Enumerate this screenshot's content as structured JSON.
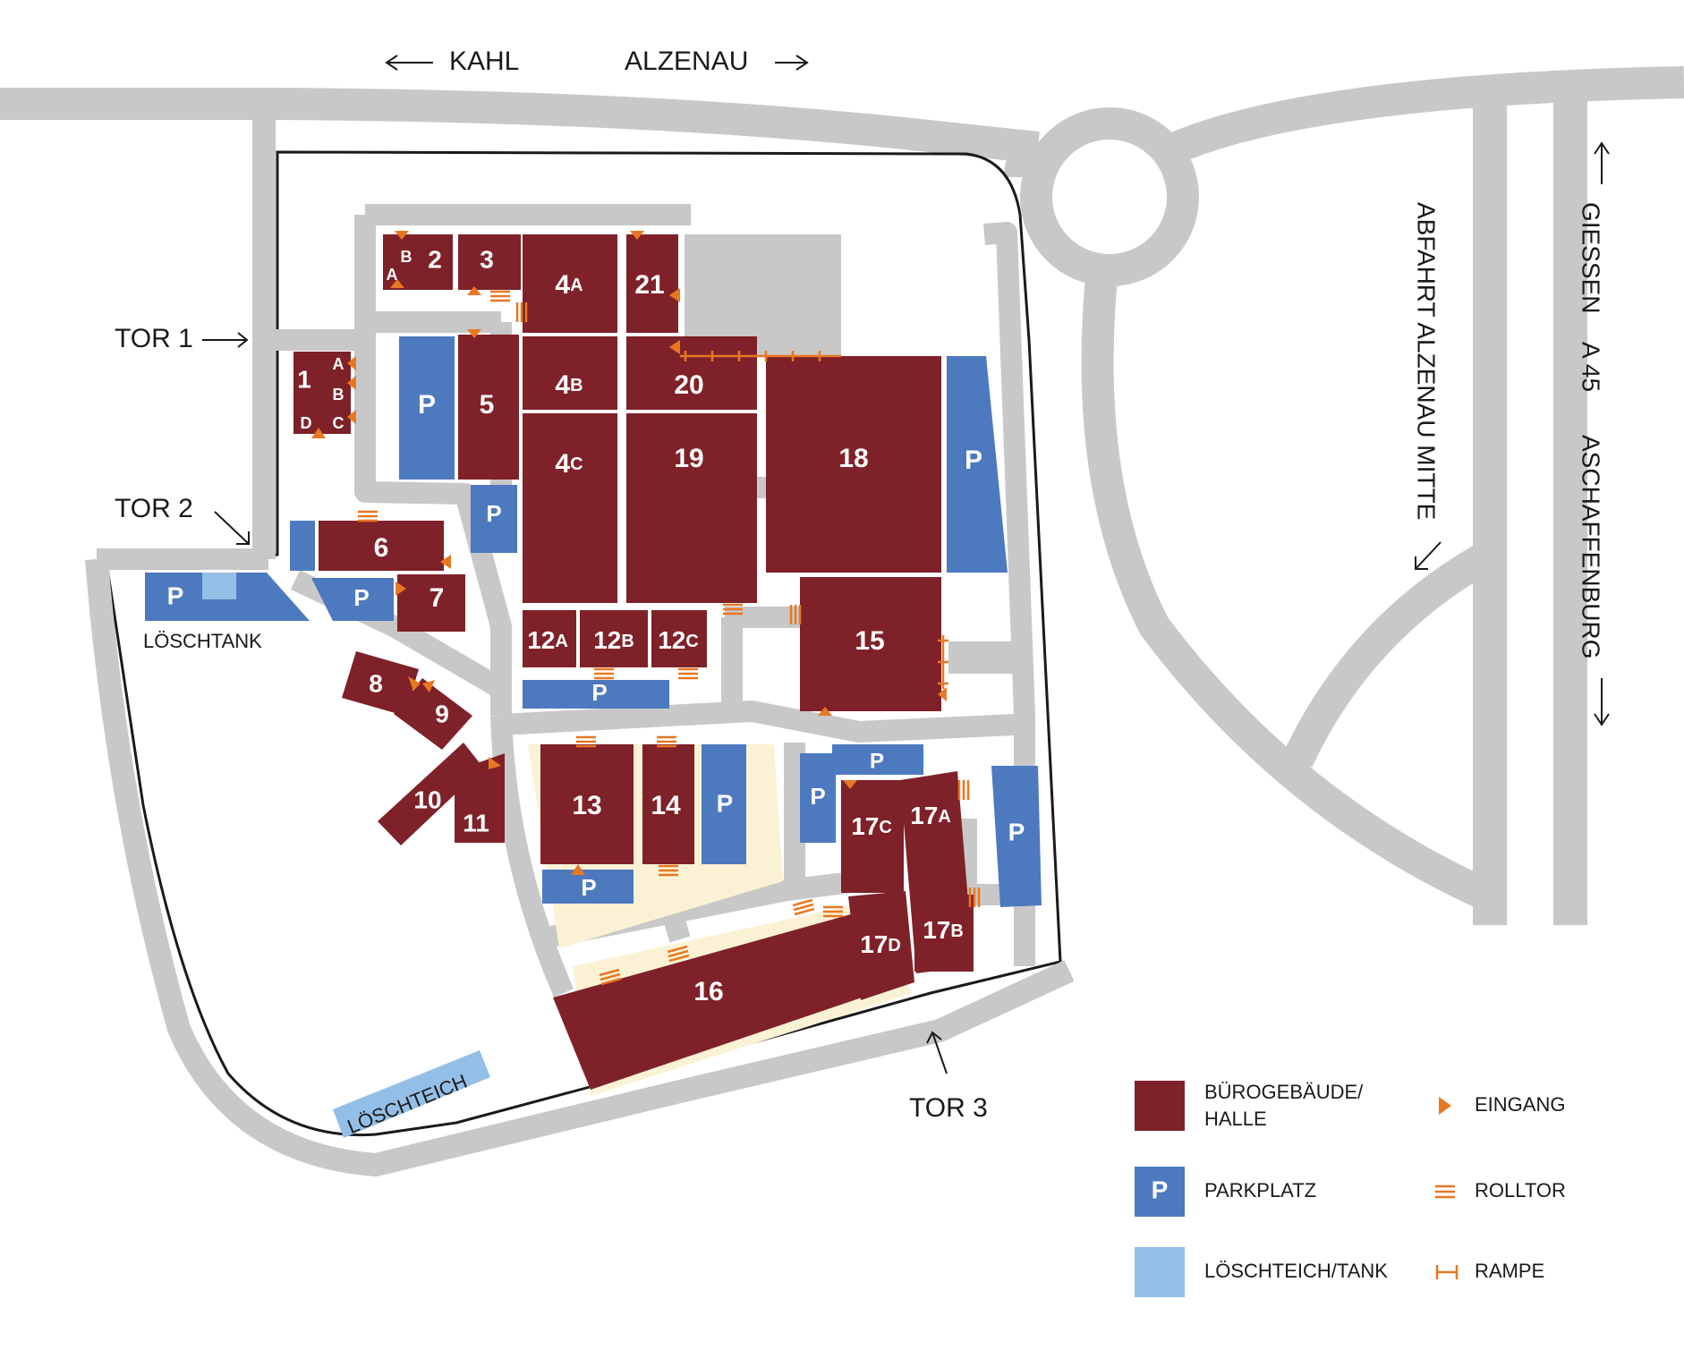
{
  "colors": {
    "building": "#7f2129",
    "parking": "#4d79bf",
    "water": "#93bfe6",
    "road": "#c8c8c8",
    "accent": "#e87722",
    "sand": "#fbf2d5"
  },
  "directions": {
    "kahl": "KAHL",
    "alzenau": "ALZENAU",
    "abfahrt": "ABFAHRT ALZENAU MITTE",
    "giessen": "GIESSEN",
    "a45": "A 45",
    "aschaffenburg": "ASCHAFFENBURG"
  },
  "gates": {
    "tor1": "TOR 1",
    "tor2": "TOR 2",
    "tor3": "TOR 3"
  },
  "places": {
    "loeschtank": "LÖSCHTANK",
    "loeschteich": "LÖSCHTEICH"
  },
  "parking_label": "P",
  "buildings": {
    "b1": "1",
    "b1_a": "A",
    "b1_b": "B",
    "b1_c": "C",
    "b1_d": "D",
    "b2": "2",
    "b2_a": "A",
    "b2_b": "B",
    "b3": "3",
    "b4a": "4",
    "b4a_sub": "A",
    "b4b": "4",
    "b4b_sub": "B",
    "b4c": "4",
    "b4c_sub": "C",
    "b5": "5",
    "b6": "6",
    "b7": "7",
    "b8": "8",
    "b9": "9",
    "b10": "10",
    "b11": "11",
    "b12a": "12",
    "b12a_sub": "A",
    "b12b": "12",
    "b12b_sub": "B",
    "b12c": "12",
    "b12c_sub": "C",
    "b13": "13",
    "b14": "14",
    "b15": "15",
    "b16": "16",
    "b17a": "17",
    "b17a_sub": "A",
    "b17b": "17",
    "b17b_sub": "B",
    "b17c": "17",
    "b17c_sub": "C",
    "b17d": "17",
    "b17d_sub": "D",
    "b18": "18",
    "b19": "19",
    "b20": "20",
    "b21": "21"
  },
  "legend": {
    "building_line1": "BÜROGEBÄUDE/",
    "building_line2": "HALLE",
    "parking": "PARKPLATZ",
    "water": "LÖSCHTEICH/TANK",
    "entrance": "EINGANG",
    "rolltor": "ROLLTOR",
    "rampe": "RAMPE"
  }
}
